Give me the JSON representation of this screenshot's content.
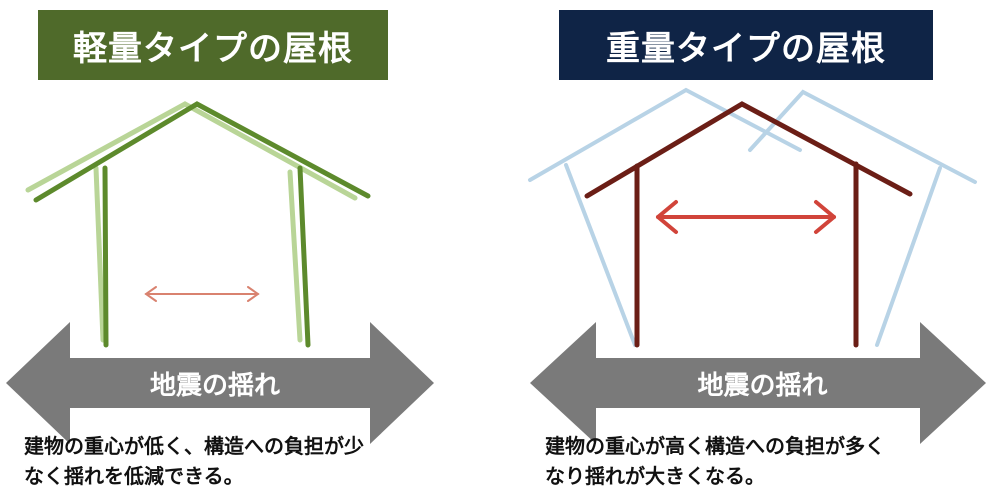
{
  "light": {
    "title": "軽量タイプの屋根",
    "shake_label": "地震の揺れ",
    "caption_line1": "建物の重心が低く、構造への負担が少",
    "caption_line2": "なく揺れを低減できる。"
  },
  "heavy": {
    "title": "重量タイプの屋根",
    "shake_label": "地震の揺れ",
    "caption_line1": "建物の重心が高く構造への負担が多く",
    "caption_line2": "なり揺れが大きくなる。"
  },
  "colors": {
    "light_title_bg": "#4f6a2a",
    "heavy_title_bg": "#0f2446",
    "light_house": "#5d8a2c",
    "light_house_ghost": "#b9d597",
    "heavy_house": "#6b1e16",
    "heavy_house_ghost": "#b8d3e6",
    "small_arrow": "#d9826f",
    "big_arrow": "#d1443a",
    "shake_arrow": "#7a7a7a"
  },
  "icons": {
    "shake_arrow": "double-headed-arrow",
    "sway_arrow": "double-headed-arrow"
  }
}
